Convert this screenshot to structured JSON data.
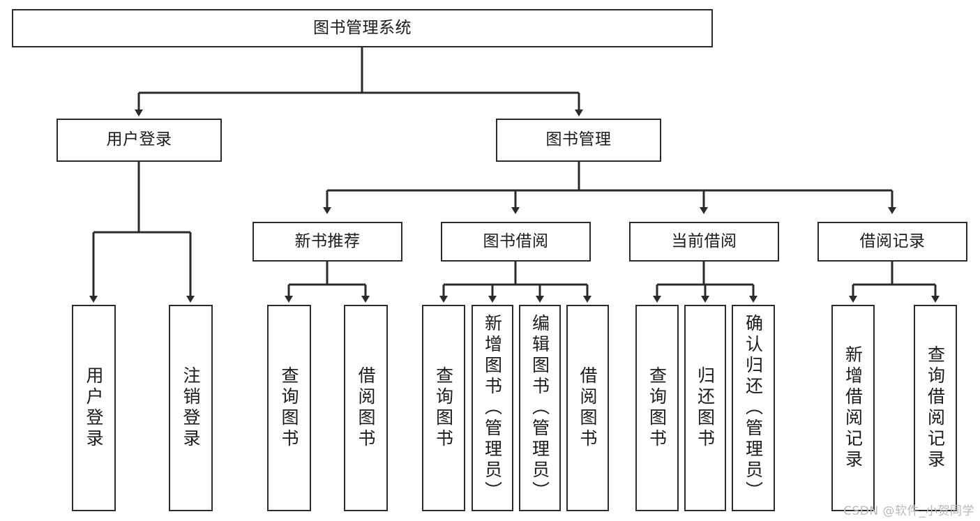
{
  "diagram": {
    "title": "图书管理系统",
    "type": "tree-hierarchy-chart",
    "root": {
      "label": "图书管理系统"
    },
    "level2": [
      {
        "label": "用户登录"
      },
      {
        "label": "图书管理"
      }
    ],
    "level3": [
      {
        "label": "新书推荐"
      },
      {
        "label": "图书借阅"
      },
      {
        "label": "当前借阅"
      },
      {
        "label": "借阅记录"
      }
    ],
    "leaves": {
      "user_login": [
        {
          "label": "用户登录"
        },
        {
          "label": "注销登录"
        }
      ],
      "new_book_recommend": [
        {
          "label": "查询图书"
        },
        {
          "label": "借阅图书"
        }
      ],
      "book_borrow": [
        {
          "label": "查询图书"
        },
        {
          "label": "新增图书（管理员）"
        },
        {
          "label": "编辑图书（管理员）"
        },
        {
          "label": "借阅图书"
        }
      ],
      "current_borrow": [
        {
          "label": "查询图书"
        },
        {
          "label": "归还图书"
        },
        {
          "label": "确认归还（管理员）"
        }
      ],
      "borrow_record": [
        {
          "label": "新增借阅记录"
        },
        {
          "label": "查询借阅记录"
        }
      ]
    }
  },
  "watermark": {
    "text": "CSDN @软件_小贺同学"
  },
  "colors": {
    "stroke": "#2b2b2b",
    "fill": "#ffffff",
    "text": "#1b1b1b",
    "watermark": "#b9b9b9"
  }
}
